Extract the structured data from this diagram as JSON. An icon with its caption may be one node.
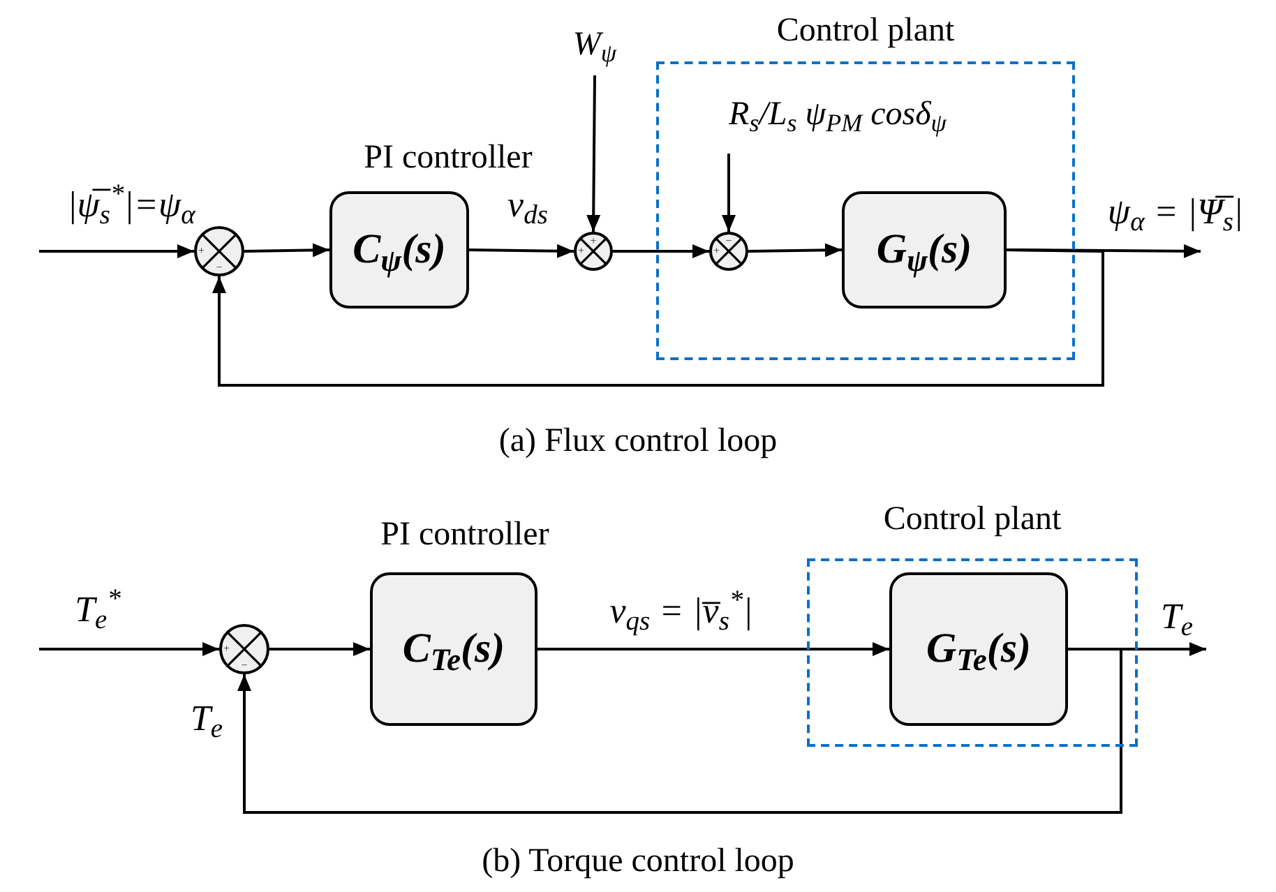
{
  "diagram": {
    "nodes": [
      {
        "text": [
          "+",
          "−"
        ]
      },
      {
        "text": [
          "C$_{ψ}$(s)"
        ],
        "beside": [
          "PI controller"
        ]
      },
      {
        "text": [
          "+",
          "+"
        ]
      },
      {
        "text": [
          "Control plant"
        ]
      },
      {
        "text": [
          "−",
          "+"
        ],
        "in": 3
      },
      {
        "text": [
          "G$_{ψ}$(s)"
        ],
        "in": 3
      },
      {
        "text": [
          "W$_{ψ}$"
        ]
      },
      {
        "text": [
          "R$_{s}$/L$_{s}$ ψ$_{PM}$ cosδ$_{ψ}$"
        ],
        "in": 3
      },
      {
        "text": [
          "+",
          "−"
        ]
      },
      {
        "text": [
          "C$_{Te}$(s)"
        ],
        "beside": [
          "PI controller"
        ]
      },
      {
        "text": [
          "Control plant"
        ]
      },
      {
        "text": [
          "G$_{Te}$(s)"
        ],
        "in": 10
      }
    ],
    "edges": [
      {
        "from": null,
        "to": 0,
        "arrow": "to",
        "label": "|ψ̅$_{s}$$^{*}$|=ψ$_{α}$"
      },
      {
        "from": 0,
        "to": 1,
        "arrow": "to"
      },
      {
        "from": 1,
        "to": 2,
        "arrow": "to",
        "label": "v$_{ds}$"
      },
      {
        "from": 6,
        "to": 2,
        "arrow": "to"
      },
      {
        "from": 2,
        "to": 4,
        "arrow": "to"
      },
      {
        "from": 7,
        "to": 4,
        "arrow": "to"
      },
      {
        "from": 4,
        "to": 5,
        "arrow": "to"
      },
      {
        "from": 5,
        "to": null,
        "arrow": "to",
        "label": "ψ$_{α}$ = |Ψ̅$_{s}$|"
      },
      {
        "from": 5,
        "to": 0,
        "arrow": "to"
      },
      {
        "from": null,
        "to": 8,
        "arrow": "to",
        "label": "T$_{e}$$^{*}$"
      },
      {
        "from": 8,
        "to": 9,
        "arrow": "to"
      },
      {
        "from": 9,
        "to": 11,
        "arrow": "to",
        "label": "v$_{qs}$ = |v̅$_{s}$$^{*}$|"
      },
      {
        "from": 11,
        "to": null,
        "arrow": "to",
        "label": "T$_{e}$"
      },
      {
        "from": 11,
        "to": 8,
        "arrow": "to",
        "label": "T$_{e}$"
      }
    ],
    "labels": [
      "(a) Flux control loop",
      "(b) Torque control loop"
    ]
  }
}
